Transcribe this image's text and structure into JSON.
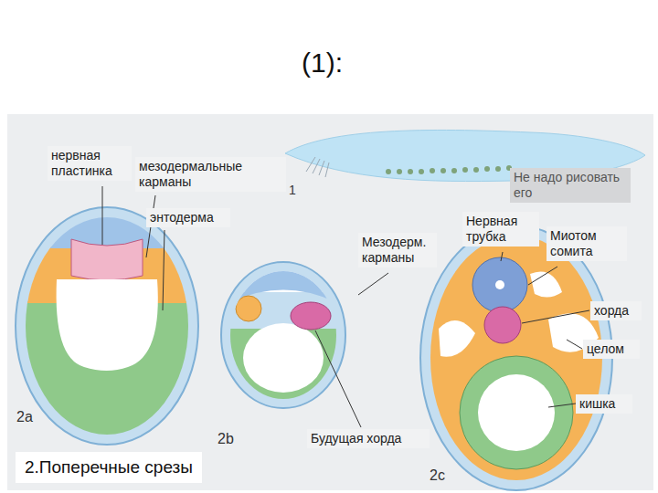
{
  "diagram": {
    "title": "(1):",
    "caption": "2.Поперечные срезы",
    "nodes": [
      {
        "text": [
          "нервная пластинка"
        ]
      },
      {
        "text": [
          "мезодермальные карманы"
        ]
      },
      {
        "text": [
          "Не надо рисовать его"
        ]
      },
      {
        "text": [
          "энтодерма"
        ]
      },
      {
        "text": [
          "Нервная трубка"
        ]
      },
      {
        "text": [
          "Миотом сомита"
        ]
      },
      {
        "text": [
          "Мезодерм. карманы"
        ]
      },
      {
        "text": [
          "хорда"
        ]
      },
      {
        "text": [
          "целом"
        ]
      },
      {
        "text": [
          "кишка"
        ]
      },
      {
        "text": [
          "Будущая хорда"
        ]
      }
    ],
    "labels": [
      "1",
      "2a",
      "2b",
      "2c"
    ]
  }
}
